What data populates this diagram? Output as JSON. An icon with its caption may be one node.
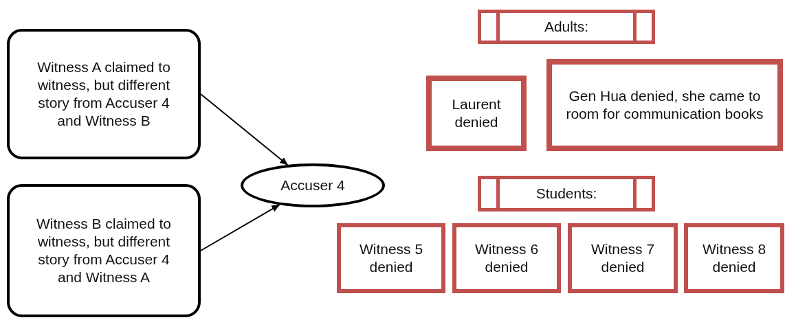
{
  "diagram": {
    "nodes": [
      {
        "text": [
          "Witness A claimed to witness, but different story from Accuser 4 and Witness B"
        ]
      },
      {
        "text": [
          "Witness B claimed to witness, but different story from Accuser 4 and Witness A"
        ]
      },
      {
        "text": [
          "Accuser 4"
        ]
      },
      {
        "text": [
          "Adults:"
        ]
      },
      {
        "text": [
          "Laurent denied"
        ]
      },
      {
        "text": [
          "Gen Hua denied, she came to room for communication books"
        ]
      },
      {
        "text": [
          "Students:"
        ]
      },
      {
        "text": [
          "Witness 5 denied"
        ]
      },
      {
        "text": [
          "Witness 6 denied"
        ]
      },
      {
        "text": [
          "Witness 7 denied"
        ]
      },
      {
        "text": [
          "Witness 8 denied"
        ]
      }
    ],
    "edges": [
      {
        "from": 0,
        "to": 2,
        "arrow": "to"
      },
      {
        "from": 1,
        "to": 2,
        "arrow": "to"
      }
    ]
  }
}
